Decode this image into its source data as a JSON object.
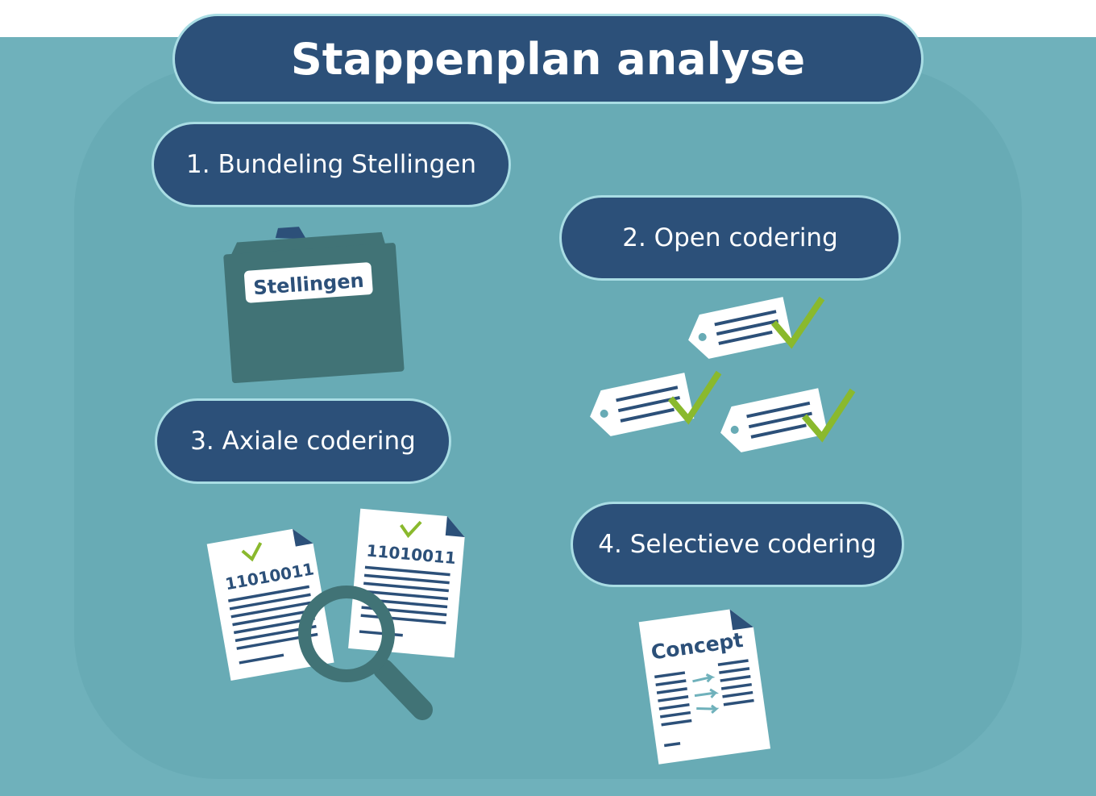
{
  "title": "Stappenplan analyse",
  "steps": [
    {
      "label": "1. Bundeling Stellingen"
    },
    {
      "label": "2. Open codering"
    },
    {
      "label": "3. Axiale codering"
    },
    {
      "label": "4. Selectieve codering"
    }
  ],
  "folder": {
    "label": "Stellingen"
  },
  "documents": {
    "binary_left": "11010011",
    "binary_right": "11010011"
  },
  "concept_doc": {
    "label": "Concept"
  },
  "colors": {
    "navy": "#2c5079",
    "teal_background": "#6fb1bb",
    "pill_border": "#a9dde4",
    "folder": "#417376",
    "check_green": "#8ab92d",
    "magnifier": "#417376"
  },
  "icons": [
    "folder-icon",
    "tag-check-icon",
    "document-icon",
    "magnifier-icon",
    "concept-document-icon"
  ]
}
